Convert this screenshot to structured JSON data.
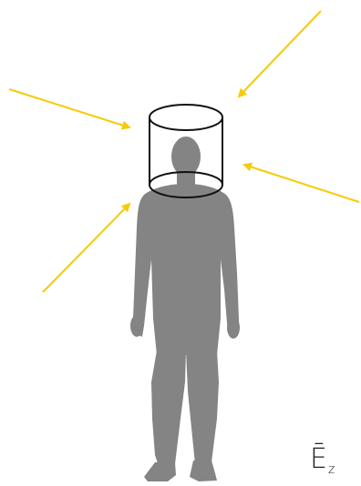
{
  "symbol": {
    "main": "Ē",
    "subscript": "z"
  },
  "colors": {
    "arrow": "#F5CB0A",
    "silhouette": "#848484",
    "cylinder": "#111111",
    "background": "#FFFFFF"
  },
  "icons": {
    "figure": "person-silhouette",
    "volume": "cylinder-outline",
    "light": "incoming-arrows"
  }
}
